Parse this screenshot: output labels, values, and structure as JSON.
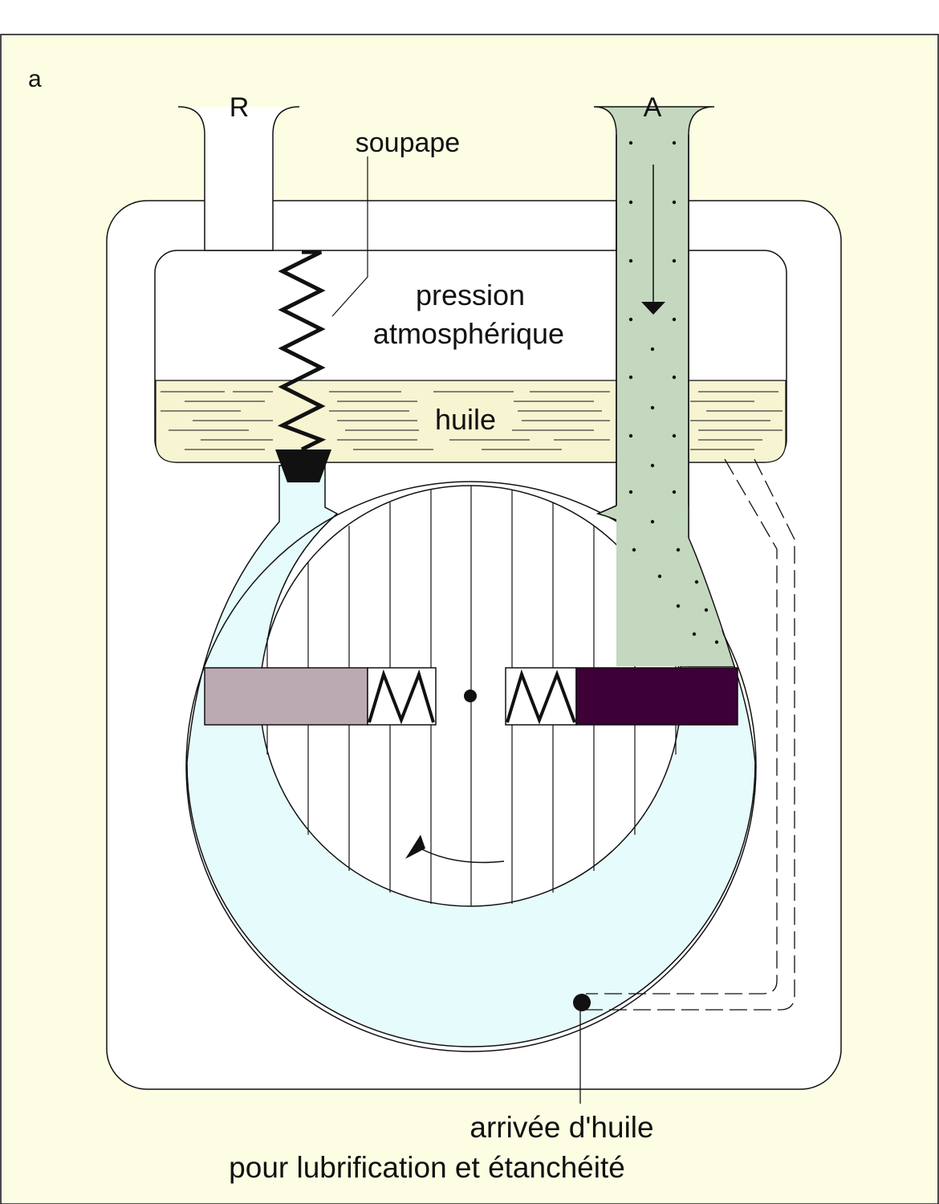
{
  "figure": {
    "panel_letter": "a",
    "labels": {
      "R": "R",
      "A": "A",
      "valve": "soupape",
      "atm_line1": "pression",
      "atm_line2": "atmosphérique",
      "oil": "huile",
      "oil_inlet_line1": "arrivée d'huile",
      "oil_inlet_line2": "pour lubrification et étanchéité"
    },
    "colors": {
      "background": "#fdfde3",
      "oil": "#f7f4d2",
      "intake_gas": "#c3d8bf",
      "exhaust_gas": "#e6fbfc",
      "vane_left": "#bcaab2",
      "vane_right": "#3d0037",
      "line": "#111111"
    }
  }
}
